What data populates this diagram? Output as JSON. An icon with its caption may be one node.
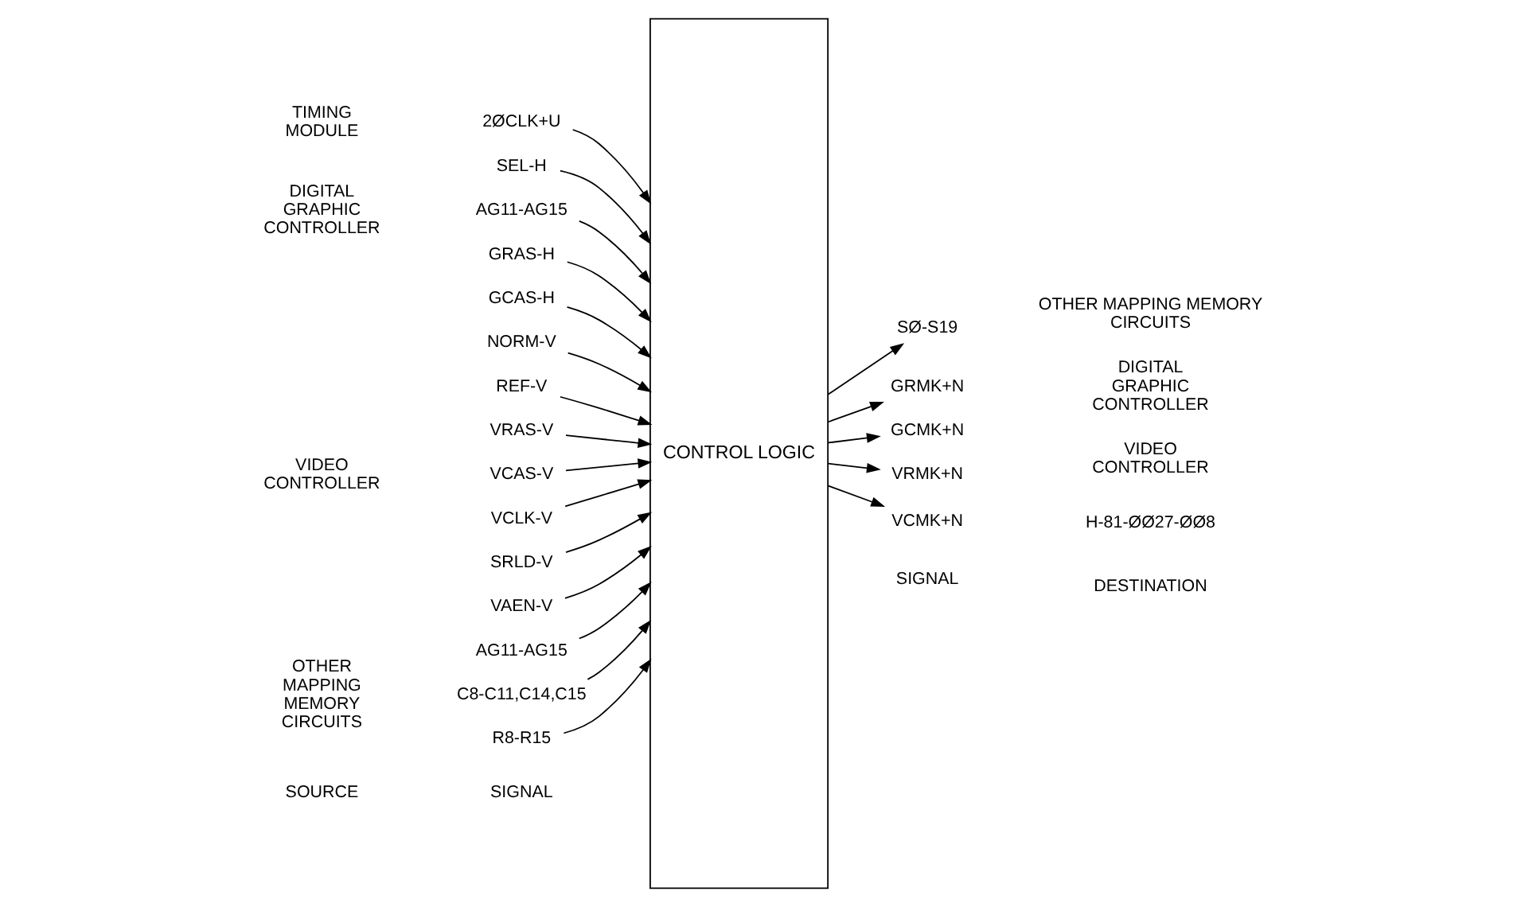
{
  "diagram": {
    "nodes": [
      {
        "text": [
          "CONTROL LOGIC"
        ]
      },
      {
        "text": [
          "2ØCLK+U"
        ]
      },
      {
        "text": [
          "SEL-H"
        ]
      },
      {
        "text": [
          "AG11-AG15"
        ]
      },
      {
        "text": [
          "GRAS-H"
        ]
      },
      {
        "text": [
          "GCAS-H"
        ]
      },
      {
        "text": [
          "NORM-V"
        ]
      },
      {
        "text": [
          "REF-V"
        ]
      },
      {
        "text": [
          "VRAS-V"
        ]
      },
      {
        "text": [
          "VCAS-V"
        ]
      },
      {
        "text": [
          "VCLK-V"
        ]
      },
      {
        "text": [
          "SRLD-V"
        ]
      },
      {
        "text": [
          "VAEN-V"
        ]
      },
      {
        "text": [
          "AG11-AG15"
        ]
      },
      {
        "text": [
          "C8-C11,C14,C15"
        ]
      },
      {
        "text": [
          "R8-R15"
        ]
      },
      {
        "text": [
          "SØ-S19"
        ]
      },
      {
        "text": [
          "GRMK+N"
        ]
      },
      {
        "text": [
          "GCMK+N"
        ]
      },
      {
        "text": [
          "VRMK+N"
        ]
      },
      {
        "text": [
          "VCMK+N"
        ]
      }
    ],
    "edges": [
      {
        "from": 1,
        "to": 0,
        "arrow": "to"
      },
      {
        "from": 2,
        "to": 0,
        "arrow": "to"
      },
      {
        "from": 3,
        "to": 0,
        "arrow": "to"
      },
      {
        "from": 4,
        "to": 0,
        "arrow": "to"
      },
      {
        "from": 5,
        "to": 0,
        "arrow": "to"
      },
      {
        "from": 6,
        "to": 0,
        "arrow": "to"
      },
      {
        "from": 7,
        "to": 0,
        "arrow": "to"
      },
      {
        "from": 8,
        "to": 0,
        "arrow": "to"
      },
      {
        "from": 9,
        "to": 0,
        "arrow": "to"
      },
      {
        "from": 10,
        "to": 0,
        "arrow": "to"
      },
      {
        "from": 11,
        "to": 0,
        "arrow": "to"
      },
      {
        "from": 12,
        "to": 0,
        "arrow": "to"
      },
      {
        "from": 13,
        "to": 0,
        "arrow": "to"
      },
      {
        "from": 14,
        "to": 0,
        "arrow": "to"
      },
      {
        "from": 15,
        "to": 0,
        "arrow": "to"
      },
      {
        "from": 0,
        "to": 16,
        "arrow": "to"
      },
      {
        "from": 0,
        "to": 17,
        "arrow": "to"
      },
      {
        "from": 0,
        "to": 18,
        "arrow": "to"
      },
      {
        "from": 0,
        "to": 19,
        "arrow": "to"
      },
      {
        "from": 0,
        "to": 20,
        "arrow": "to"
      }
    ],
    "labels": [
      "SOURCE",
      "SIGNAL",
      "SIGNAL",
      "DESTINATION",
      "TIMING MODULE",
      "OTHER MAPPING MEMORY CIRCUITS",
      "DIGITAL GRAPHIC CONTROLLER",
      "DIGITAL GRAPHIC CONTROLLER",
      "VIDEO CONTROLLER",
      "VIDEO CONTROLLER",
      "OTHER MAPPING MEMORY CIRCUITS",
      "H-81-ØØ27-ØØ8"
    ]
  }
}
